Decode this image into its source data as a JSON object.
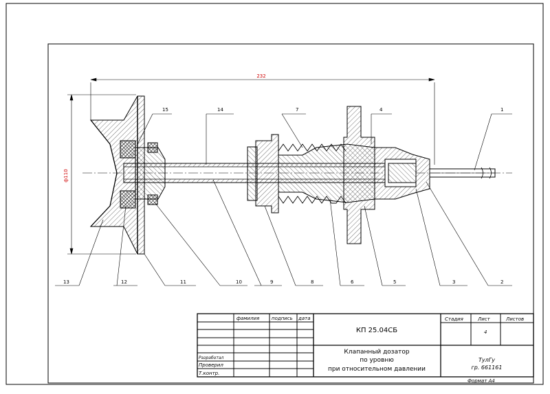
{
  "drawing": {
    "dimension_length": "232",
    "dimension_diameter": "ф110",
    "callouts_top": [
      "15",
      "14",
      "7",
      "4",
      "1"
    ],
    "callouts_bottom": [
      "13",
      "12",
      "11",
      "10",
      "9",
      "8",
      "6",
      "5",
      "3",
      "2"
    ]
  },
  "title_block": {
    "columns": {
      "surname": "фамилия",
      "signature": "подпись",
      "date": "дата"
    },
    "designation": "КП 25.04СБ",
    "stage_label": "Стадия",
    "sheet_label": "Лист",
    "sheets_label": "Листов",
    "sheet_number": "4",
    "rows": {
      "developed": "Разработал",
      "checked": "Проверил",
      "tcontrol": "Т.контр."
    },
    "title_lines": [
      "Клапанный дозатор",
      "по уровню",
      "при относительном давлении"
    ],
    "organization": "ТулГу",
    "group": "гр. 661161"
  },
  "format": "Формат А4",
  "colors": {
    "line": "#000000",
    "dimension": "#d00000",
    "hatch": "#333333"
  }
}
